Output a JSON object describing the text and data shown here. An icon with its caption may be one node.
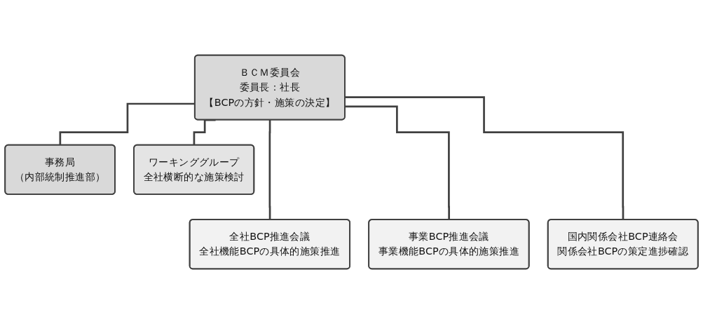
{
  "diagram": {
    "nodes": [
      {
        "text": [
          "ＢＣＭ委員会",
          "委員長：社長",
          "【BCPの方針・施策の決定】"
        ]
      },
      {
        "text": [
          "事務局",
          "（内部統制推進部）"
        ]
      },
      {
        "text": [
          "ワーキンググループ",
          "全社横断的な施策検討"
        ]
      },
      {
        "text": [
          "全社BCP推進会議",
          "全社機能BCPの具体的施策推進"
        ]
      },
      {
        "text": [
          "事業BCP推進会議",
          "事業機能BCPの具体的施策推進"
        ]
      },
      {
        "text": [
          "国内関係会社BCP連絡会",
          "関係会社BCPの策定進捗確認"
        ]
      }
    ],
    "edges": [
      {
        "from": 0,
        "to": 1,
        "arrow": "none"
      },
      {
        "from": 0,
        "to": 2,
        "arrow": "none"
      },
      {
        "from": 0,
        "to": 3,
        "arrow": "none"
      },
      {
        "from": 0,
        "to": 4,
        "arrow": "none"
      },
      {
        "from": 0,
        "to": 5,
        "arrow": "none"
      }
    ]
  }
}
